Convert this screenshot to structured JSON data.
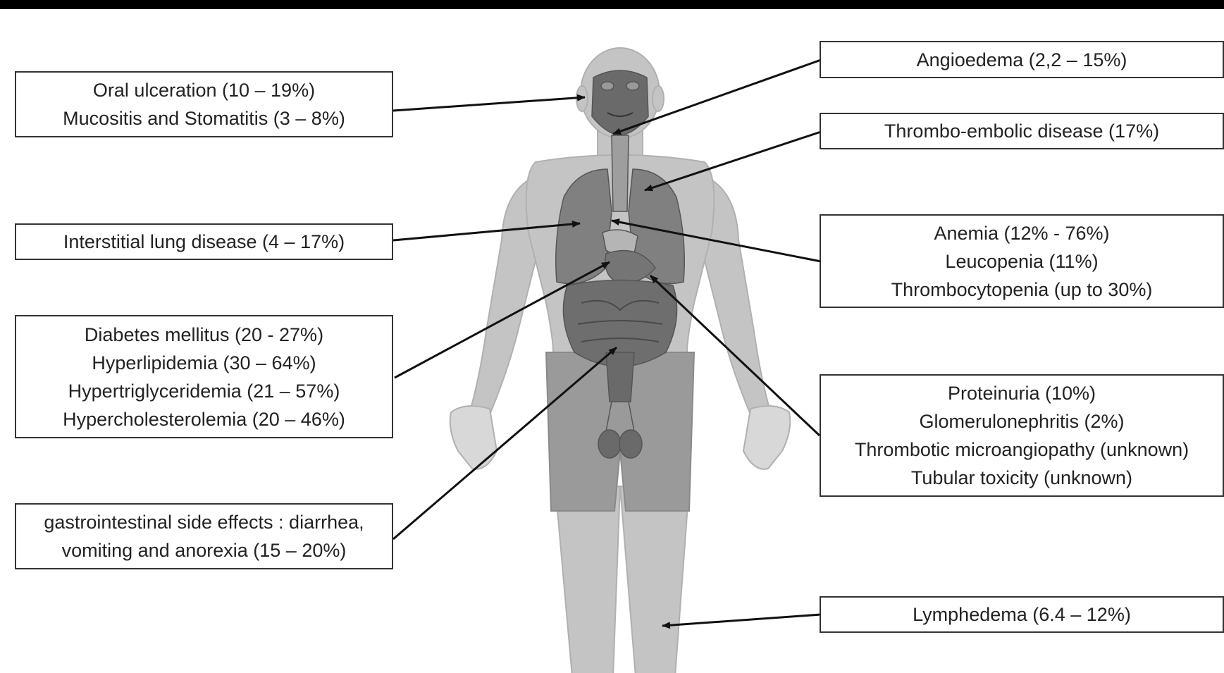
{
  "diagram": {
    "left_boxes": [
      {
        "id": "oral",
        "lines": [
          "Oral ulceration (10 – 19%)",
          "Mucositis and Stomatitis (3 – 8%)"
        ]
      },
      {
        "id": "lung",
        "lines": [
          "Interstitial lung disease (4 – 17%)"
        ]
      },
      {
        "id": "metabolic",
        "lines": [
          "Diabetes mellitus (20 - 27%)",
          "Hyperlipidemia (30 – 64%)",
          "Hypertriglyceridemia (21 – 57%)",
          "Hypercholesterolemia (20 – 46%)"
        ]
      },
      {
        "id": "gi",
        "lines": [
          "gastrointestinal side effects : diarrhea,",
          "vomiting and anorexia (15 – 20%)"
        ]
      }
    ],
    "right_boxes": [
      {
        "id": "angioedema",
        "lines": [
          "Angioedema (2,2 – 15%)"
        ]
      },
      {
        "id": "thrombo",
        "lines": [
          "Thrombo-embolic disease (17%)"
        ]
      },
      {
        "id": "blood",
        "lines": [
          "Anemia (12% - 76%)",
          "Leucopenia (11%)",
          "Thrombocytopenia (up to 30%)"
        ]
      },
      {
        "id": "renal",
        "lines": [
          "Proteinuria (10%)",
          "Glomerulonephritis (2%)",
          "Thrombotic microangiopathy (unknown)",
          "Tubular toxicity (unknown)"
        ]
      },
      {
        "id": "lymph",
        "lines": [
          "Lymphedema (6.4 – 12%)"
        ]
      }
    ]
  }
}
